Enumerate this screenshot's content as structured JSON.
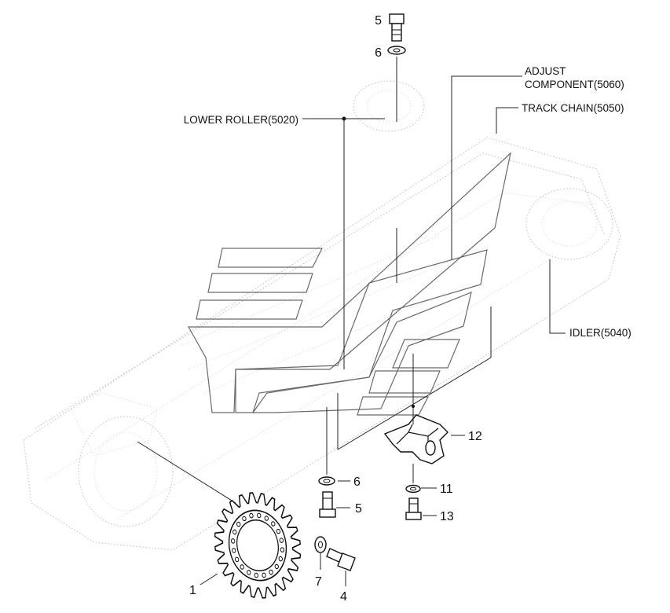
{
  "callouts": {
    "c5_top": "5",
    "c6_top": "6",
    "adjust_line1": "ADJUST",
    "adjust_line2": "COMPONENT(5060)",
    "track_chain": "TRACK CHAIN(5050)",
    "lower_roller": "LOWER ROLLER(5020)",
    "idler": "IDLER(5040)",
    "c12": "12",
    "c6_mid": "6",
    "c11": "11",
    "c5_mid": "5",
    "c13": "13",
    "c1": "1",
    "c7": "7",
    "c4": "4"
  },
  "colors": {
    "ink": "#111111",
    "ghost": "#bdbdbd",
    "background": "#ffffff"
  }
}
